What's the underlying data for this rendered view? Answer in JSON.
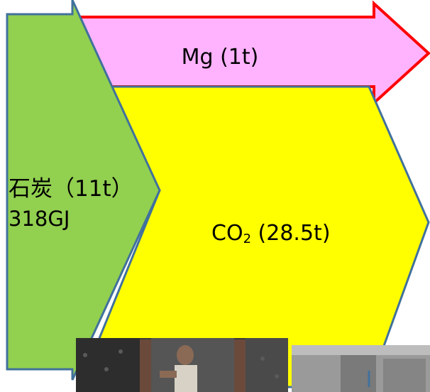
{
  "flows": {
    "coal": {
      "label": "石炭（11t）",
      "energy": "318GJ",
      "color": "#92d050"
    },
    "mg": {
      "label": "Mg (1t)",
      "color": "#ffb3ff",
      "border_color": "#ff0000"
    },
    "co2": {
      "prefix": "CO",
      "subscript": "2",
      "amount": " (28.5t)",
      "color": "#ffff00"
    },
    "border_color": "#41719c"
  },
  "photos": [
    {
      "description": "worker"
    },
    {
      "description": "furnace"
    }
  ]
}
